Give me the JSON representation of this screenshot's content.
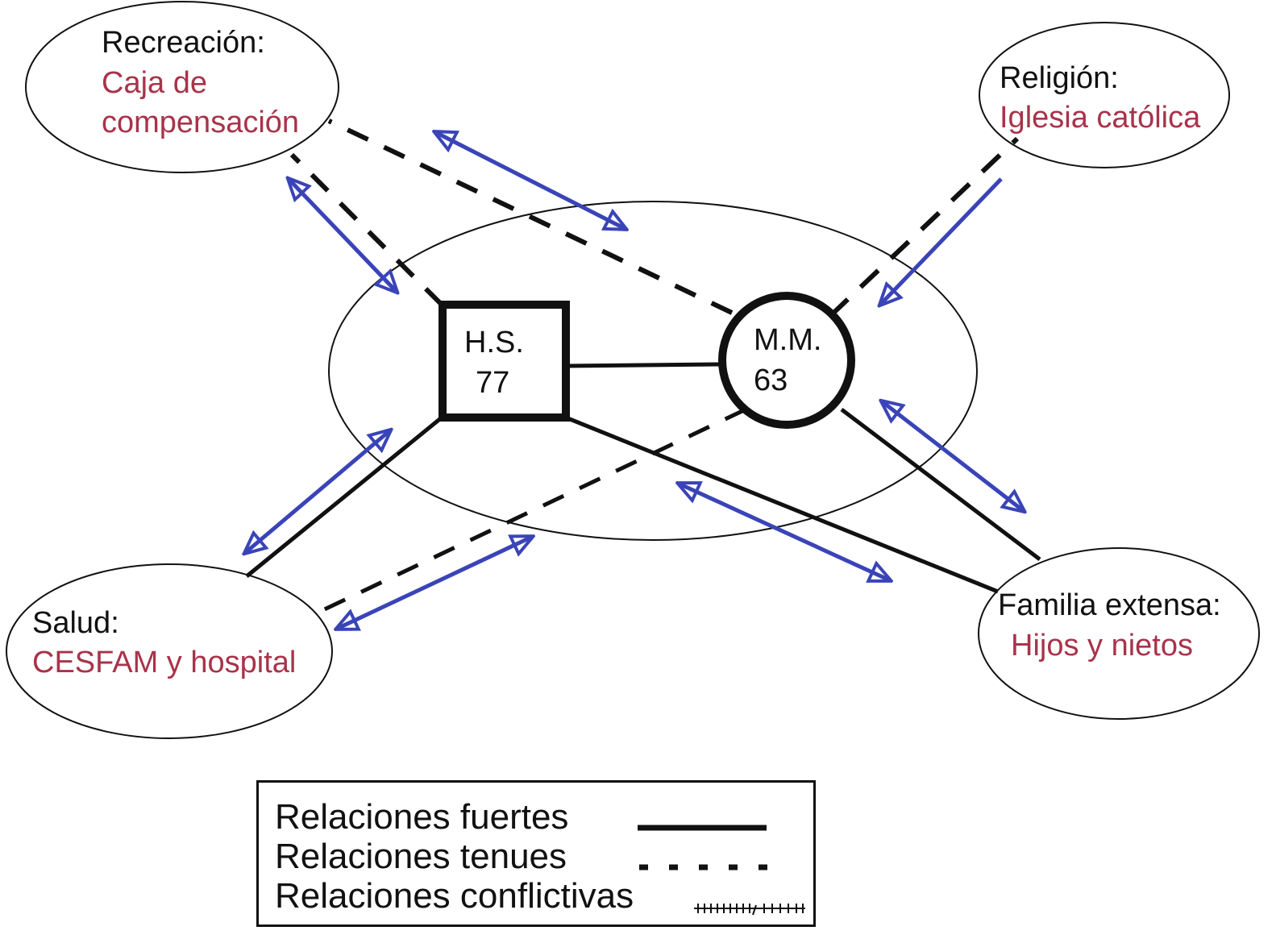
{
  "diagram": {
    "type": "ecomap",
    "core": {
      "male": {
        "initials": "H.S.",
        "age": "77",
        "shape": "square"
      },
      "female": {
        "initials": "M.M.",
        "age": "63",
        "shape": "circle"
      }
    },
    "systems": {
      "recreacion": {
        "title": "Recreación:",
        "detail_line1": "Caja de",
        "detail_line2": "compensación"
      },
      "religion": {
        "title": "Religión:",
        "detail": "Iglesia católica"
      },
      "salud": {
        "title": "Salud:",
        "detail": "CESFAM y hospital"
      },
      "familia": {
        "title": "Familia extensa:",
        "detail": "Hijos y nietos"
      }
    },
    "relations": [
      {
        "from": "H.S.",
        "to": "M.M.",
        "type": "strong"
      },
      {
        "from": "H.S.",
        "to": "Recreación",
        "type": "tenuous",
        "flow": "bidirectional"
      },
      {
        "from": "M.M.",
        "to": "Recreación",
        "type": "tenuous",
        "flow": "bidirectional"
      },
      {
        "from": "M.M.",
        "to": "Religión",
        "type": "tenuous",
        "flow": "toward-family"
      },
      {
        "from": "H.S.",
        "to": "Salud",
        "type": "strong",
        "flow": "bidirectional"
      },
      {
        "from": "M.M.",
        "to": "Salud",
        "type": "tenuous",
        "flow": "bidirectional"
      },
      {
        "from": "H.S.",
        "to": "Familia extensa",
        "type": "strong",
        "flow": "bidirectional"
      },
      {
        "from": "M.M.",
        "to": "Familia extensa",
        "type": "strong",
        "flow": "bidirectional"
      }
    ],
    "colors": {
      "line": "#111111",
      "flow_arrow": "#3a44b8",
      "detail_text": "#a8334a"
    }
  },
  "legend": {
    "strong": "Relaciones fuertes",
    "tenuous": "Relaciones tenues",
    "conflict": "Relaciones conflictivas"
  }
}
